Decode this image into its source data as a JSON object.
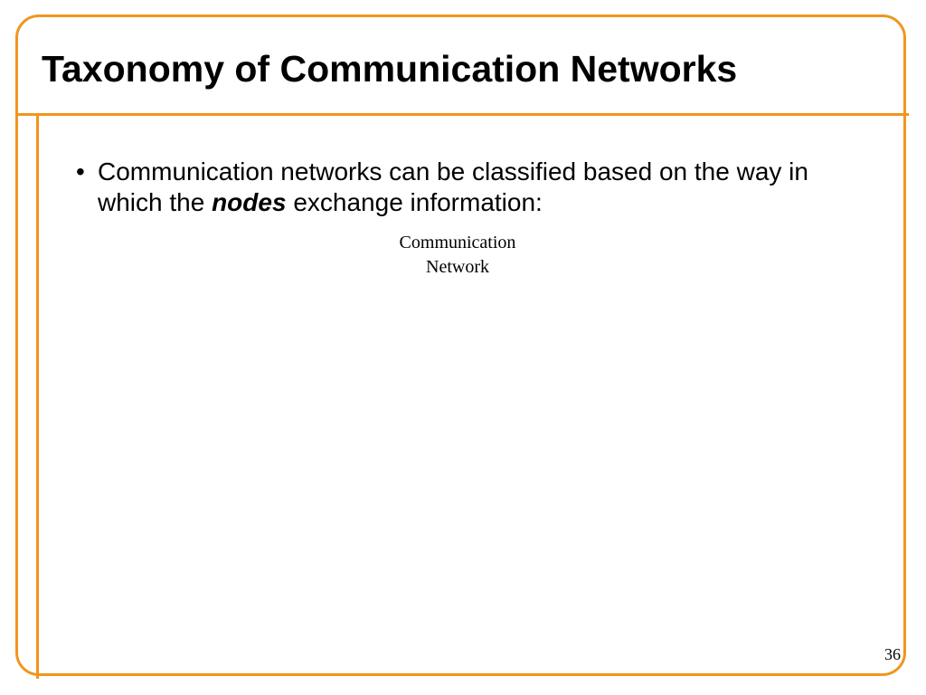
{
  "slide": {
    "title": "Taxonomy of Communication Networks",
    "bullet_marker": "•",
    "bullet": {
      "text_before": "Communication networks can be classified based on the way in which the ",
      "emphasis": "nodes",
      "text_after": " exchange information:"
    },
    "diagram": {
      "root_node_lines": [
        "Communication",
        "Network"
      ]
    },
    "page_number": "36"
  },
  "colors": {
    "accent": "#f0961e",
    "text": "#000000",
    "background": "#ffffff"
  }
}
